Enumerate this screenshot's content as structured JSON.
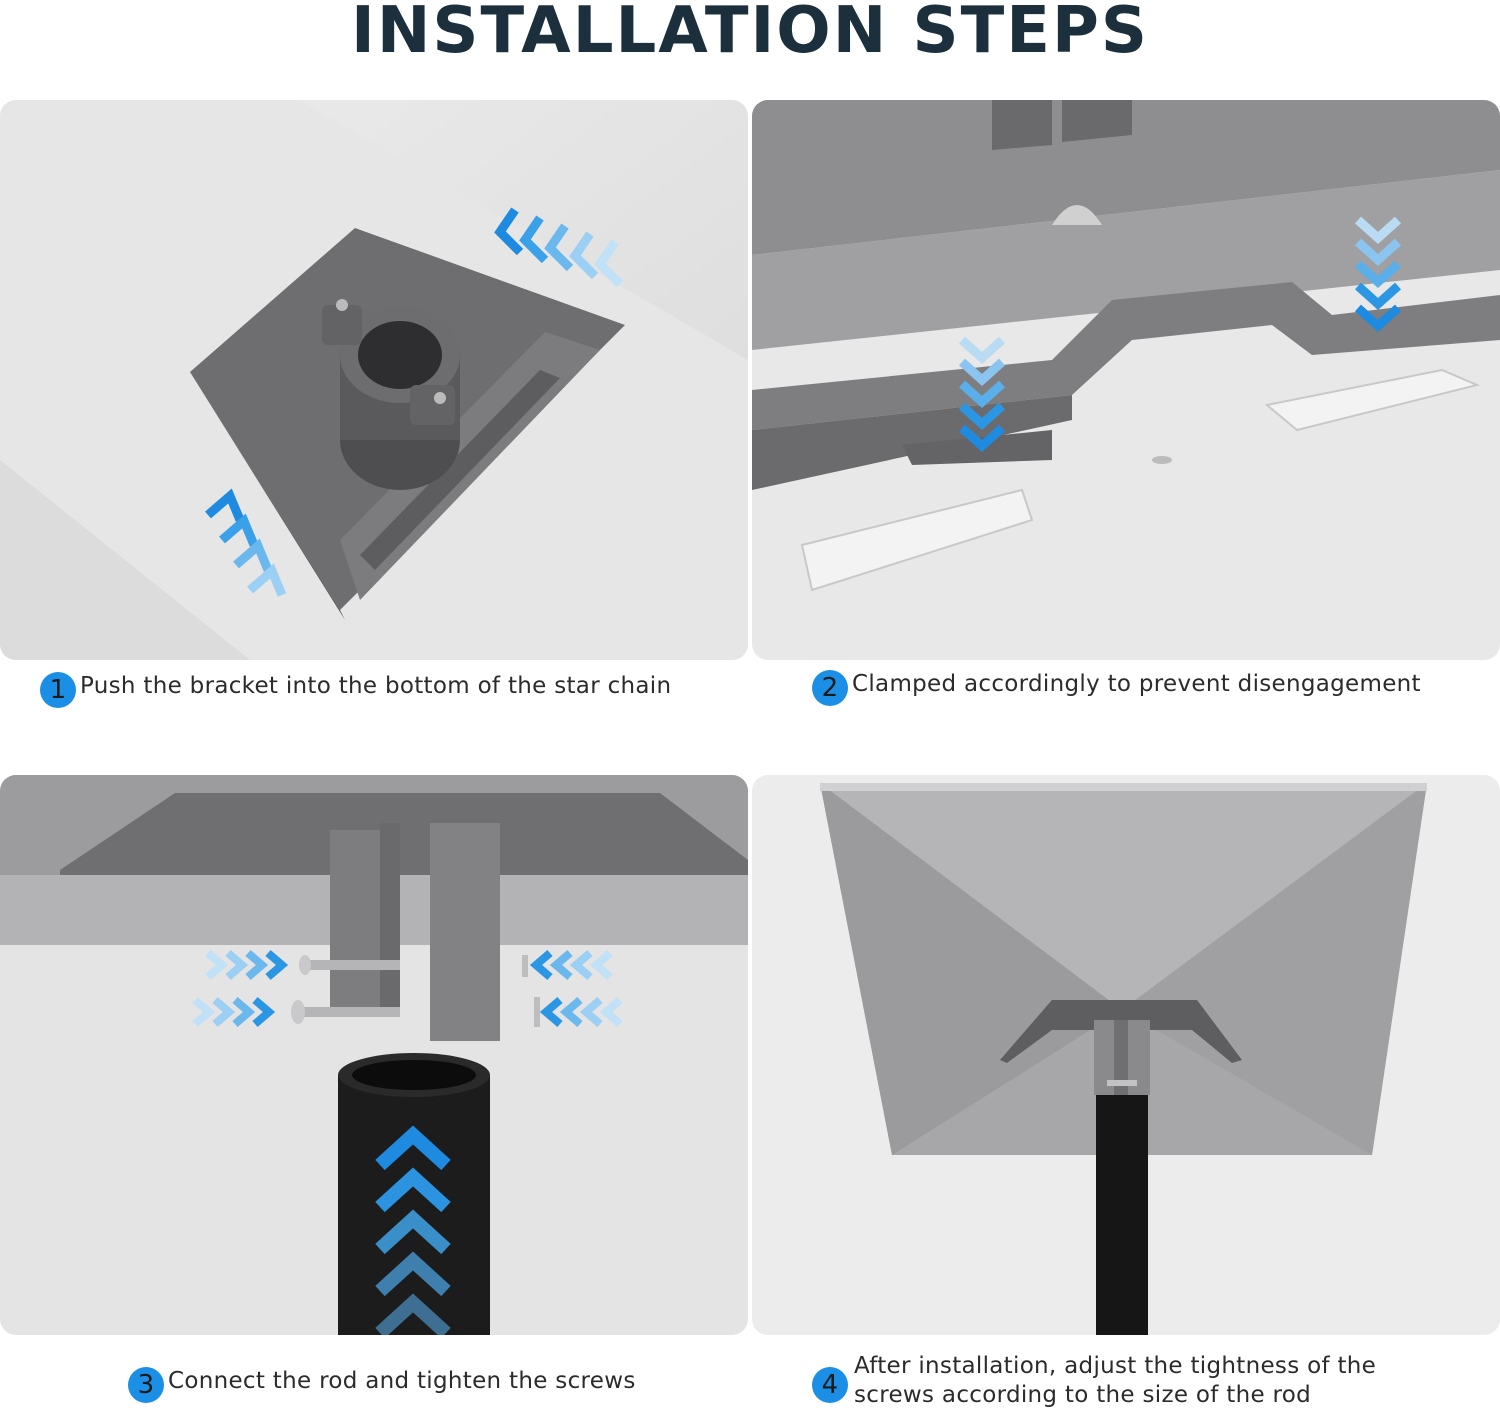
{
  "title": "INSTALLATION STEPS",
  "accent_color": "#1b8fe6",
  "steps": [
    {
      "number": "1",
      "text": "Push the bracket into the bottom of the star chain",
      "icon": "bracket-push-illustration"
    },
    {
      "number": "2",
      "text": "Clamped accordingly to prevent disengagement",
      "icon": "clamp-illustration"
    },
    {
      "number": "3",
      "text": "Connect the rod and tighten the screws",
      "icon": "rod-screws-illustration"
    },
    {
      "number": "4",
      "text_line1": "After installation, adjust the tightness of the",
      "text_line2": "screws according to the size of the rod",
      "icon": "finished-mount-illustration"
    }
  ]
}
